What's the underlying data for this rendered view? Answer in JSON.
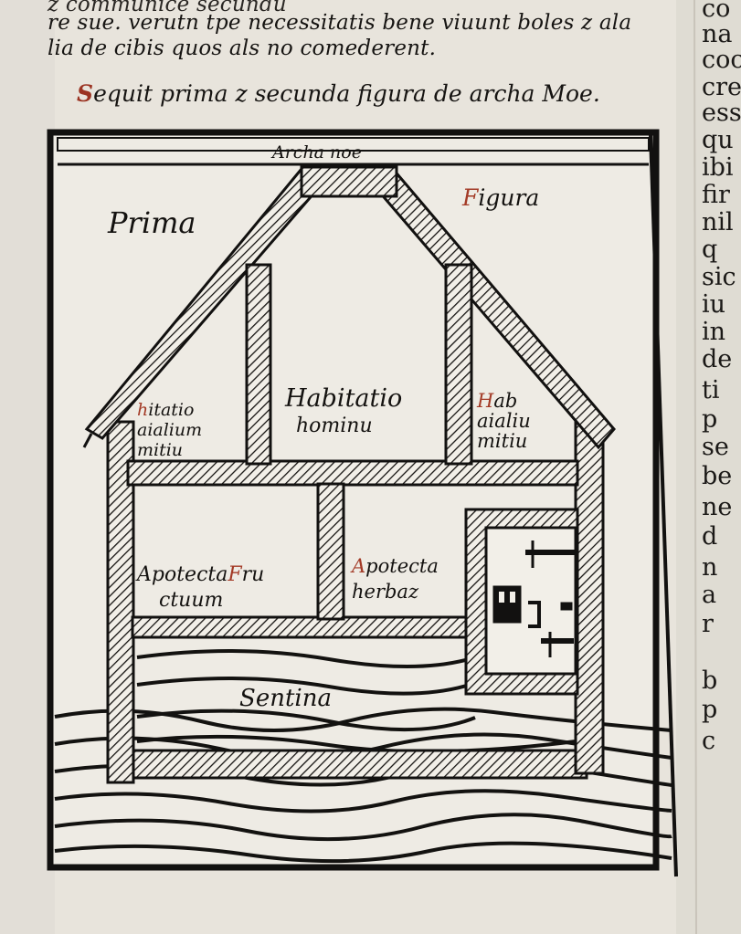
{
  "header_lines": [
    "z communice secundu",
    "re sue. verutn tpe necessitatis bene viuunt boles z ala",
    "lia de cibis quos als no comederent."
  ],
  "caption": {
    "initial": "S",
    "rest": "equit prima z secunda figura de archa Moe."
  },
  "woodcut": {
    "top_label": "Archa noe",
    "prima": {
      "initial": "P",
      "rest": "rima"
    },
    "figura": {
      "initial": "F",
      "rest": "igura"
    },
    "rooms": {
      "left_upper": {
        "initial": "h",
        "rest": "itatio",
        "line2": "aialium",
        "line3": "mitiu"
      },
      "center_upper": {
        "initial": "H",
        "rest": "abitatio",
        "line2": "hominu"
      },
      "right_upper": {
        "initial": "H",
        "rest": "ab",
        "line2": "aialiu",
        "line3": "mitiu"
      },
      "left_lower": {
        "initial": "A",
        "rest": "potecta",
        "initial2": "F",
        "rest2": "ru",
        "line2": "ctuum"
      },
      "center_lower": {
        "initial": "A",
        "rest": "potecta",
        "line2": "herbaz"
      },
      "bottom": {
        "initial": "S",
        "rest": "entina"
      }
    }
  },
  "right_column_fragments": [
    "co",
    "na",
    "coc",
    "cre",
    "esse",
    "qu",
    "ibi",
    "fir",
    "nil",
    "q",
    "sic",
    "iu",
    "in",
    "de",
    "ti",
    "p",
    "se",
    "be",
    "ne",
    "d",
    "n",
    "a",
    "r",
    "b",
    "p",
    "c"
  ],
  "colors": {
    "paper": "#e9e5dd",
    "ink": "#161412",
    "rubric_red": "#a33a26"
  }
}
